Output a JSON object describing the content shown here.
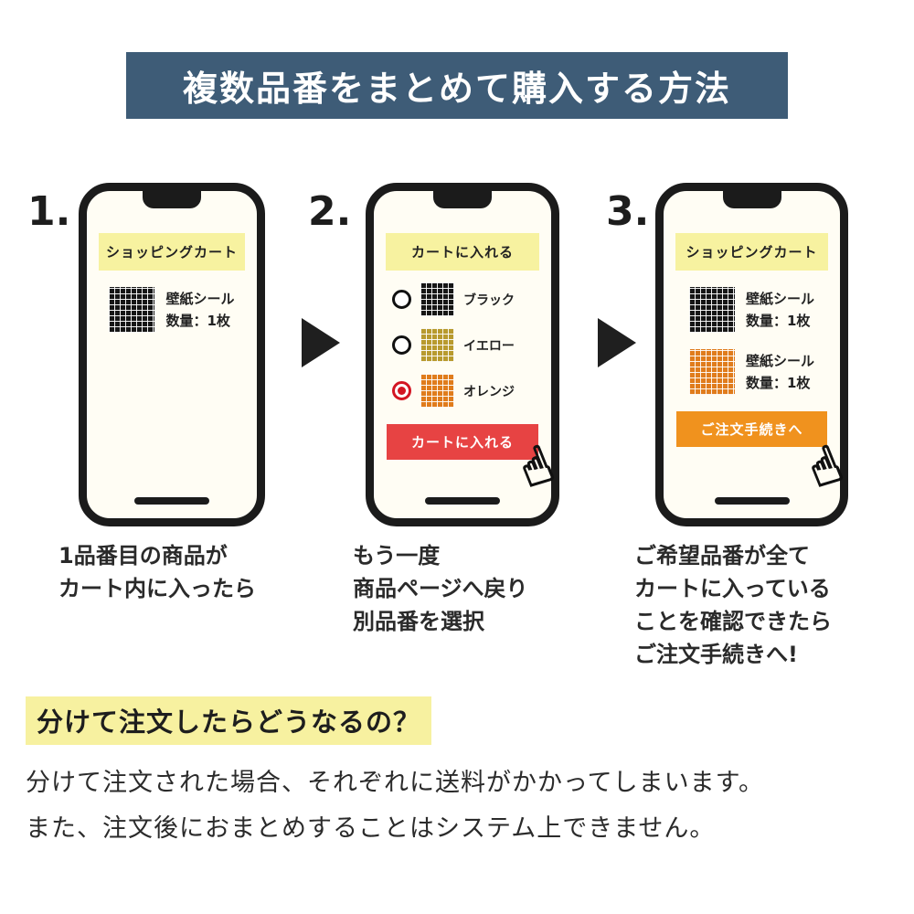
{
  "header": {
    "title": "複数品番をまとめて購入する方法"
  },
  "steps": [
    {
      "number": "1.",
      "banner": "ショッピングカート",
      "products": [
        {
          "name": "壁紙シール",
          "qty": "数量：1枚",
          "swatch": "black"
        }
      ],
      "caption": [
        "1品番目の商品が",
        "カート内に入ったら"
      ]
    },
    {
      "number": "2.",
      "banner": "カートに入れる",
      "options": [
        {
          "label": "ブラック",
          "swatch": "black",
          "selected": false
        },
        {
          "label": "イエロー",
          "swatch": "yellow",
          "selected": false
        },
        {
          "label": "オレンジ",
          "swatch": "orange",
          "selected": true
        }
      ],
      "button": "カートに入れる",
      "caption": [
        "もう一度",
        "商品ページへ戻り",
        "別品番を選択"
      ]
    },
    {
      "number": "3.",
      "banner": "ショッピングカート",
      "products": [
        {
          "name": "壁紙シール",
          "qty": "数量：1枚",
          "swatch": "black"
        },
        {
          "name": "壁紙シール",
          "qty": "数量：1枚",
          "swatch": "orange"
        }
      ],
      "button": "ご注文手続きへ",
      "caption": [
        "ご希望品番が全て",
        "カートに入っている",
        "ことを確認できたら",
        "ご注文手続きへ!"
      ]
    }
  ],
  "footer": {
    "heading": "分けて注文したらどうなるの？",
    "lines": [
      "分けて注文された場合、それぞれに送料がかかってしまいます。",
      "また、注文後におまとめすることはシステム上できません。"
    ]
  },
  "icons": {
    "hand_cursor": "☝"
  },
  "colors": {
    "header_bg": "#3e5c77",
    "banner_yellow": "#f7f2a0",
    "button_red": "#e74343",
    "button_orange": "#f0921e",
    "radio_selected": "#d31522",
    "highlight_yellow": "#f7f1a0"
  }
}
